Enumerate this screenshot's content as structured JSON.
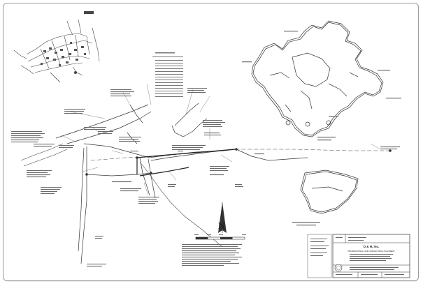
{
  "north_label": "N",
  "title_block": {
    "company_line": "D & H, Inc.",
    "company_lines": [
      "PROFESSIONAL LAND SURVEYORS & PLANNERS"
    ]
  },
  "colors": {
    "linework": "#333333",
    "sheet_border": "#9a9a9a",
    "background": "#ffffff"
  }
}
